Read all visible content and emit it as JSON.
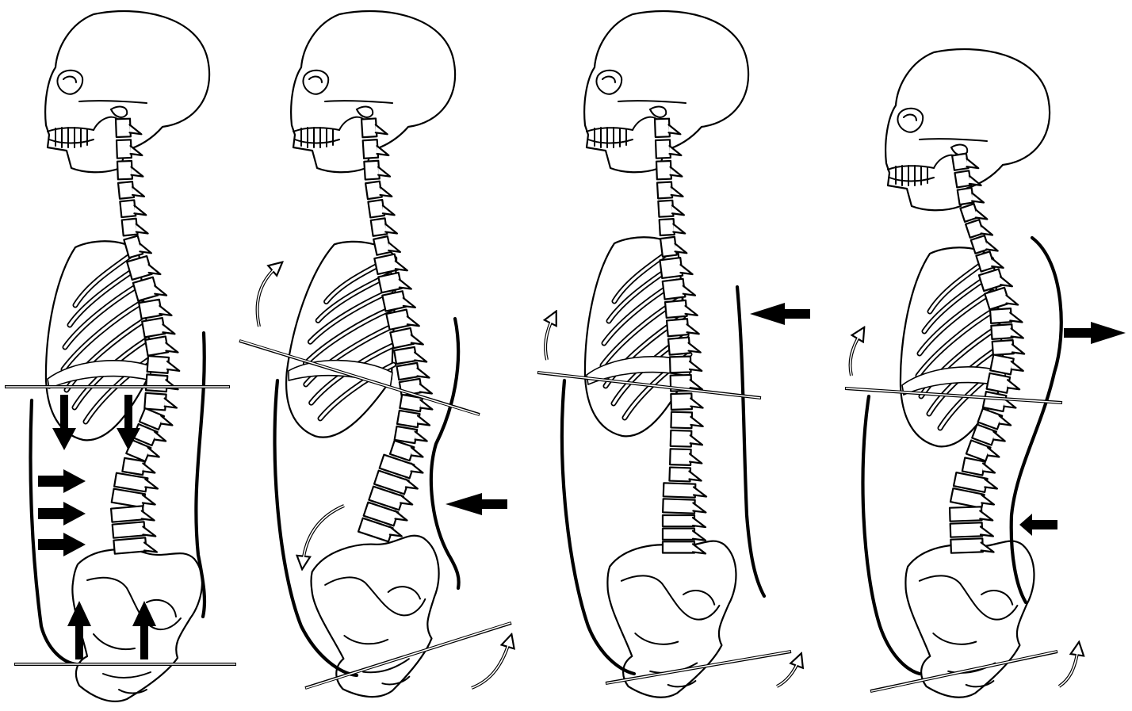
{
  "figure": {
    "panel_count": 4,
    "line_color": "#000000",
    "background": "#ffffff",
    "icons": [
      "skeleton-lateral-view",
      "arrow-right-icon",
      "arrow-left-icon",
      "arrow-down-icon",
      "arrow-up-icon",
      "curved-rotation-arrow-icon"
    ],
    "panels": [
      {
        "name": "panel-1",
        "force_arrows": [
          "down",
          "down",
          "right",
          "right",
          "right",
          "up",
          "up"
        ],
        "rotation_arrows": 0
      },
      {
        "name": "panel-2",
        "force_arrows": [
          "left"
        ],
        "rotation_arrows": 3
      },
      {
        "name": "panel-3",
        "force_arrows": [
          "left"
        ],
        "rotation_arrows": 2
      },
      {
        "name": "panel-4",
        "force_arrows": [
          "right",
          "left"
        ],
        "rotation_arrows": 2
      }
    ]
  }
}
